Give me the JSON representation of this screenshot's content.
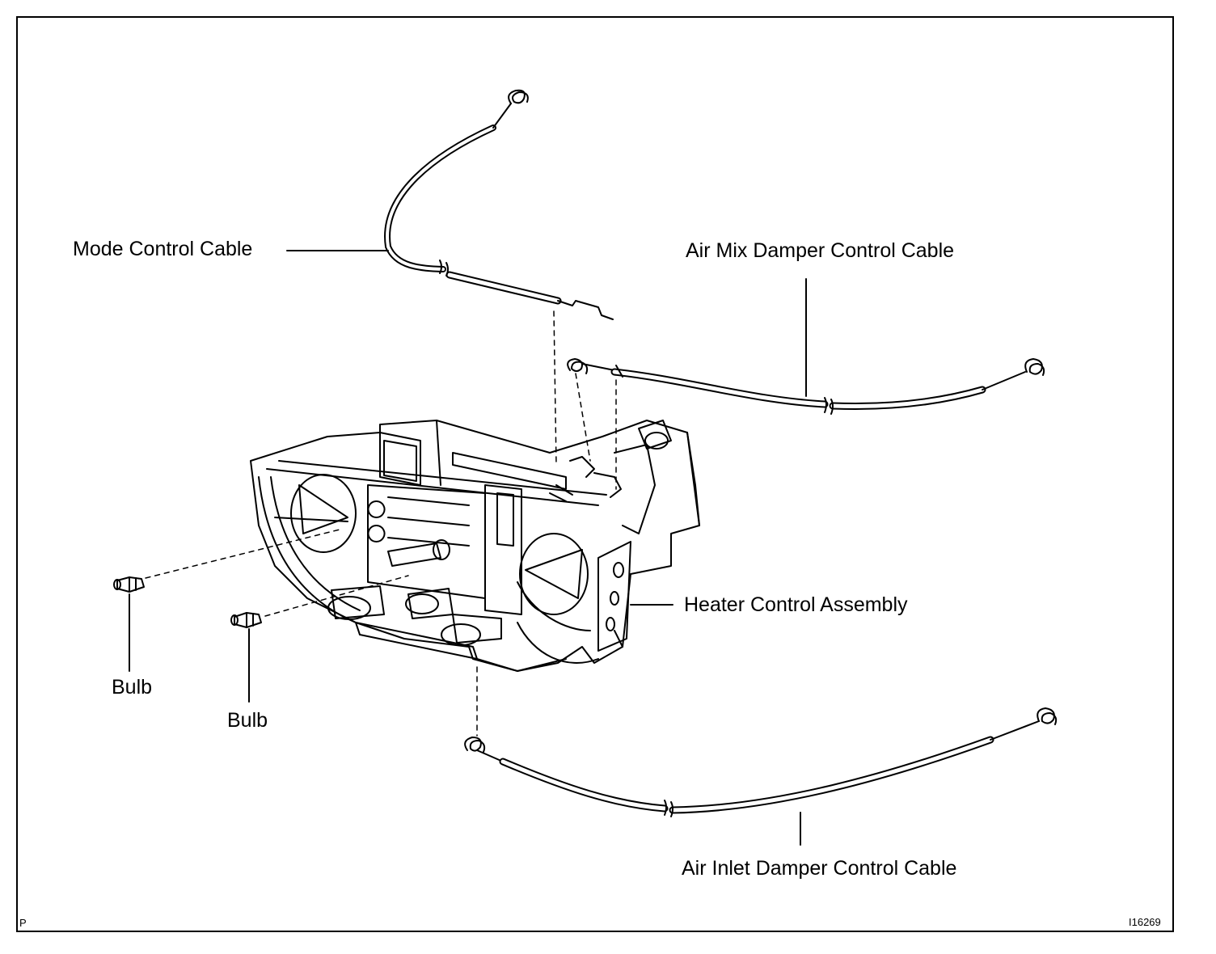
{
  "labels": {
    "mode_cable": "Mode Control Cable",
    "air_mix_cable": "Air Mix Damper Control Cable",
    "heater_assembly": "Heater Control Assembly",
    "bulb_left": "Bulb",
    "bulb_right": "Bulb",
    "air_inlet_cable": "Air Inlet Damper Control Cable"
  },
  "corner": {
    "left_mark": "P",
    "figure_code": "I16269"
  },
  "colors": {
    "ink": "#000000",
    "paper": "#ffffff"
  }
}
